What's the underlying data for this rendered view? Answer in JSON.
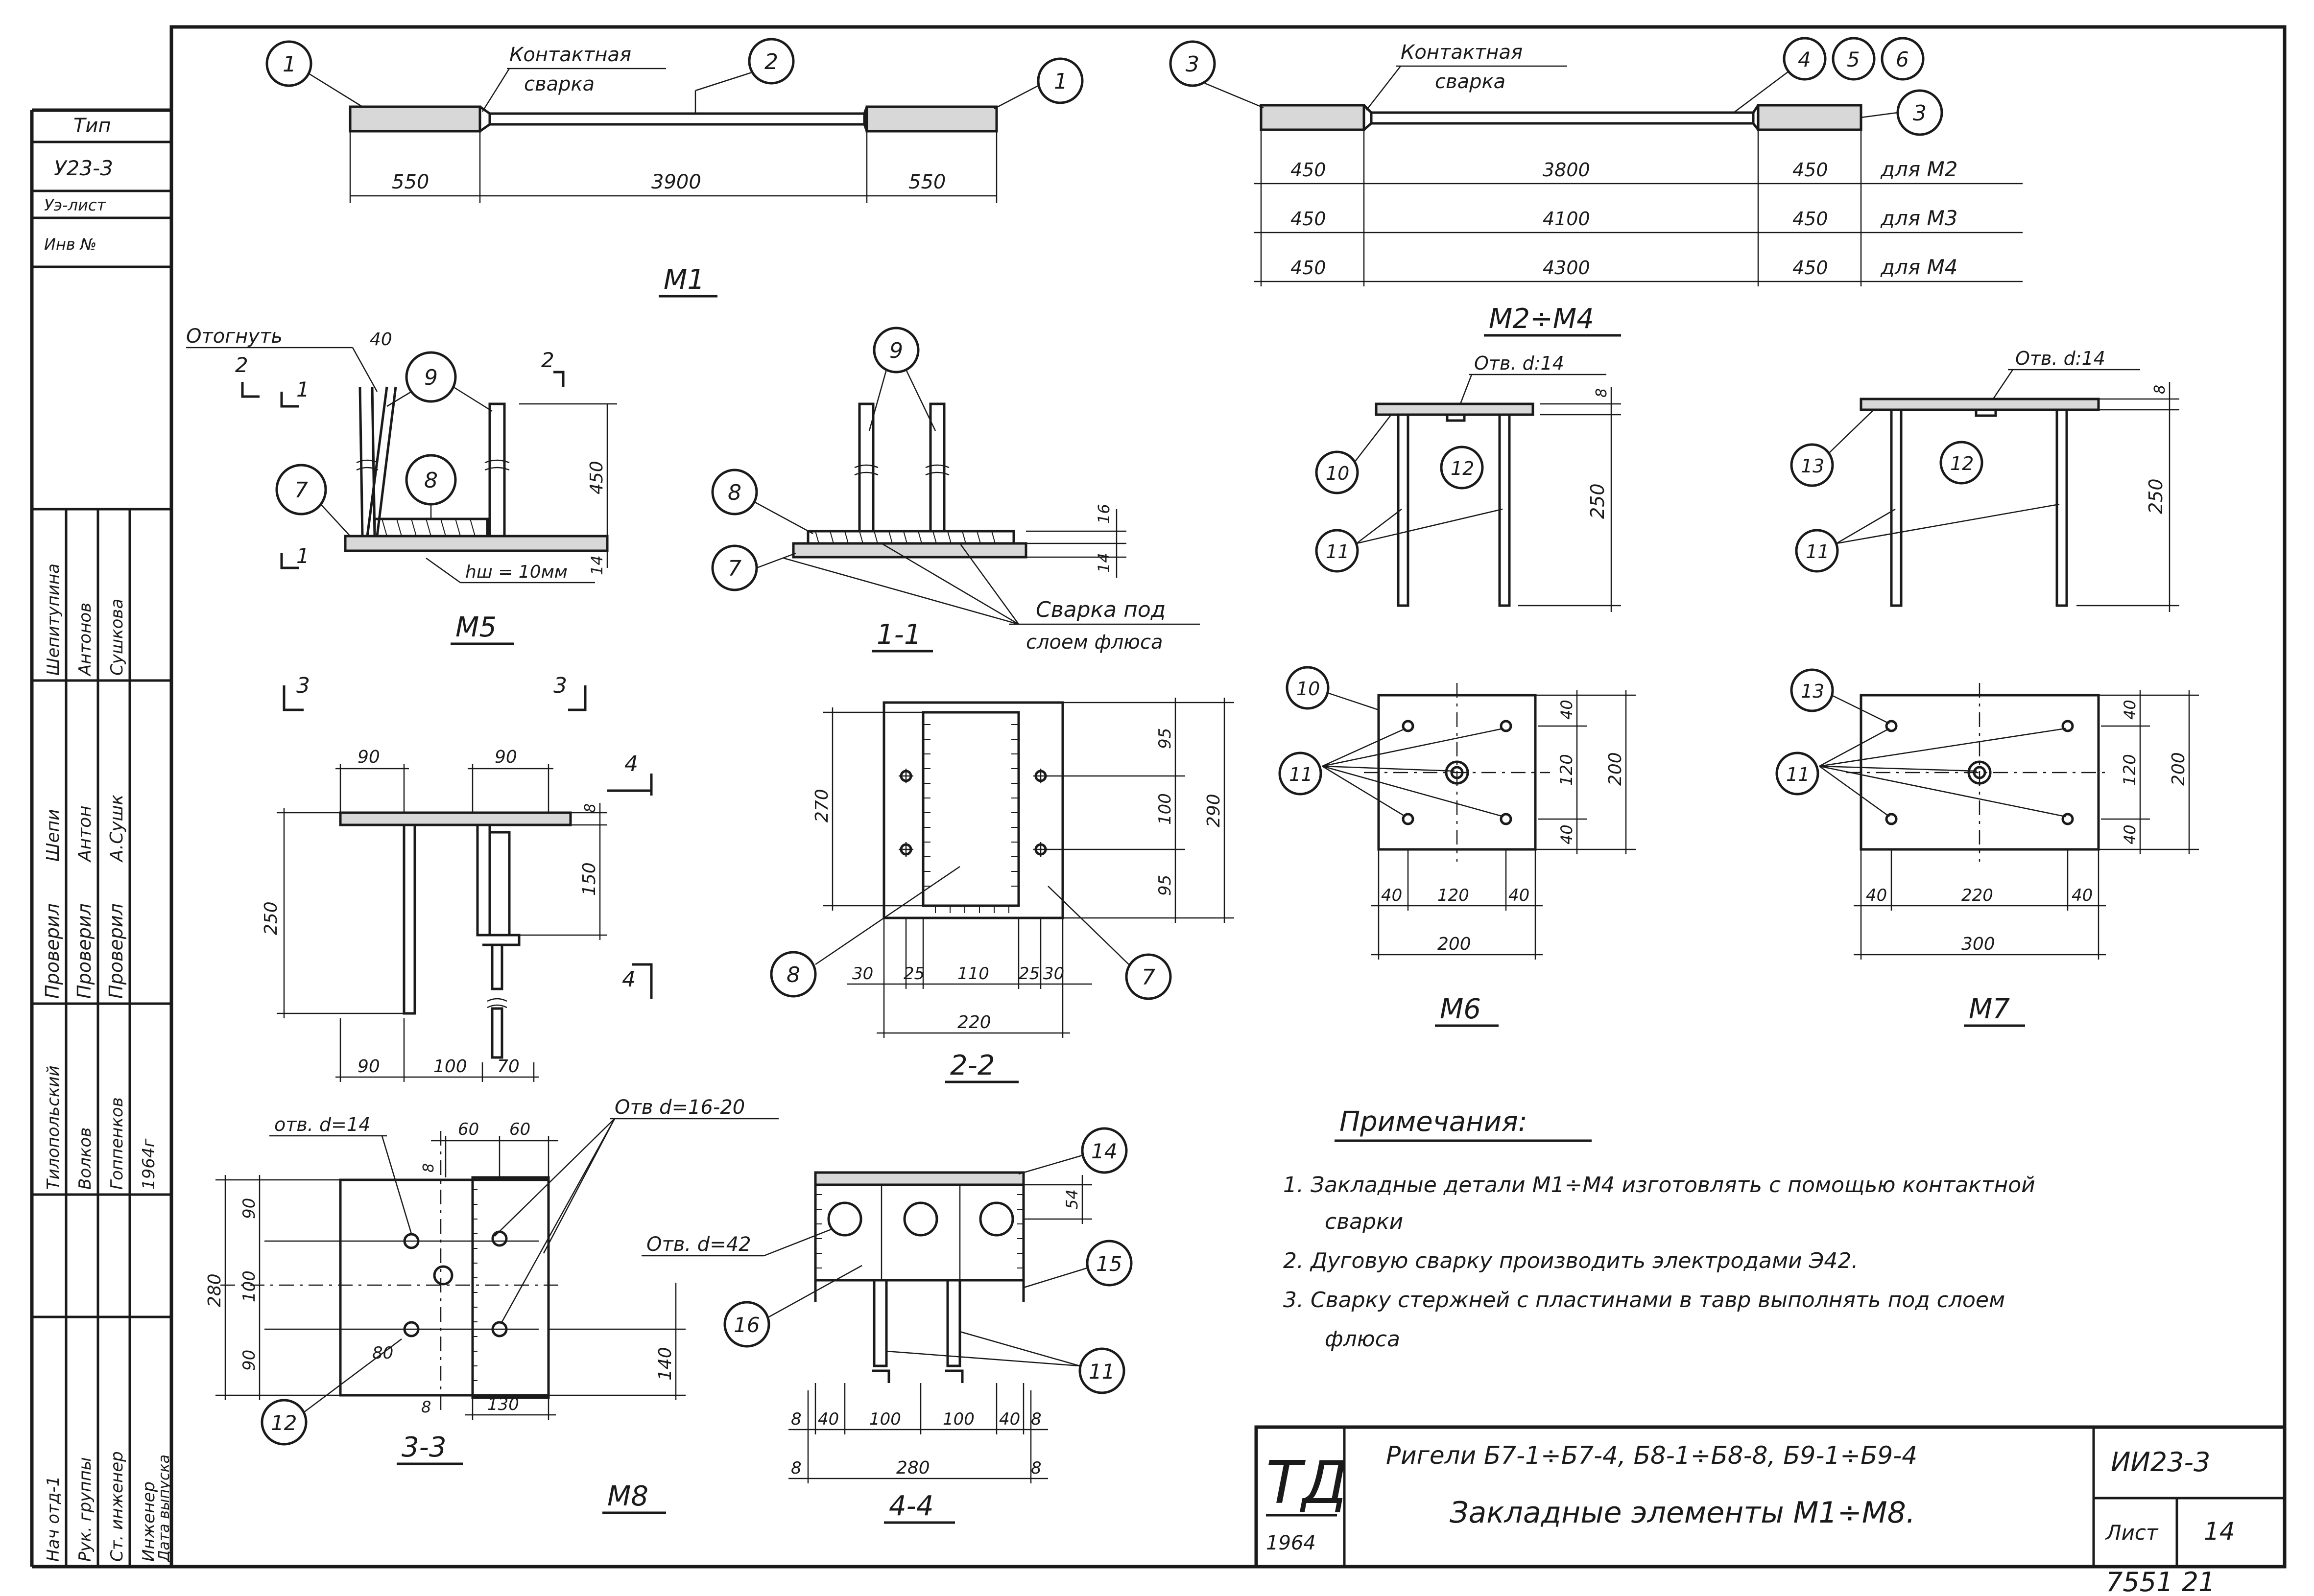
{
  "left_strip": {
    "tip_label": "Тип",
    "code": "У23-3",
    "series_label": "Уэ-лист",
    "inv_label": "Инв №",
    "roles": [
      "Нач отд-1",
      "Рук. группы",
      "Ст. инженер",
      "Инженер",
      "Дата выпуска"
    ],
    "names": [
      "Тилопольский",
      "Волков",
      "Гоппенков",
      "1964г"
    ],
    "checkers": [
      "Шепитупина",
      "Антонов",
      "Сушкова"
    ],
    "verified": [
      "Проверил",
      "Проверил",
      "Проверил"
    ],
    "signatures": [
      "Шепи",
      "Антон",
      "А.Сушк"
    ]
  },
  "m1": {
    "bubbles": [
      "1",
      "2",
      "1"
    ],
    "note": "Контактная",
    "note2": "сварка",
    "dims": [
      "550",
      "3900",
      "550"
    ],
    "title": "М1"
  },
  "m2m4": {
    "bubbles": [
      "3",
      "4",
      "5",
      "6",
      "3"
    ],
    "note": "Контактная",
    "note2": "сварка",
    "rows": [
      {
        "a": "450",
        "b": "3800",
        "c": "450",
        "label": "для М2"
      },
      {
        "a": "450",
        "b": "4100",
        "c": "450",
        "label": "для М3"
      },
      {
        "a": "450",
        "b": "4300",
        "c": "450",
        "label": "для М4"
      }
    ],
    "title": "М2÷М4"
  },
  "m5": {
    "bend_label": "Отогнуть",
    "dims": [
      "40",
      "450",
      "14"
    ],
    "weld_label": "hш = 10мм",
    "bubbles": [
      "9",
      "7",
      "8"
    ],
    "cut_marks": [
      "2",
      "1",
      "2",
      "1"
    ],
    "title": "М5"
  },
  "sec11": {
    "bubbles": [
      "9",
      "8",
      "7"
    ],
    "dims": [
      "16",
      "14"
    ],
    "weld_label": "Сварка под",
    "weld_label2": "слоем флюса",
    "title": "1-1"
  },
  "m6": {
    "hole_label": "Отв. d:14",
    "bubbles": [
      "10",
      "12",
      "11",
      "10",
      "11"
    ],
    "dims_side": [
      "8",
      "250"
    ],
    "dims_plan": [
      "40",
      "120",
      "40",
      "200",
      "40",
      "120",
      "40",
      "200"
    ],
    "title": "М6"
  },
  "m7": {
    "hole_label": "Отв. d:14",
    "bubbles": [
      "13",
      "12",
      "11",
      "13",
      "11"
    ],
    "dims_side": [
      "8",
      "250"
    ],
    "dims_plan": [
      "40",
      "120",
      "40",
      "200",
      "40",
      "220",
      "40",
      "300"
    ],
    "title": "М7"
  },
  "m8_elev": {
    "cut_marks": [
      "3",
      "3",
      "4",
      "4"
    ],
    "dims": [
      "90",
      "90",
      "8",
      "150",
      "250",
      "90",
      "100",
      "70"
    ]
  },
  "sec22": {
    "dims": [
      "270",
      "95",
      "100",
      "95",
      "290",
      "30",
      "25",
      "110",
      "25",
      "30",
      "220"
    ],
    "bubbles": [
      "8",
      "7"
    ],
    "title": "2-2"
  },
  "sec33": {
    "hole_label": "отв. d=14",
    "hole_label2": "Отв d=16-20",
    "dims": [
      "60",
      "60",
      "8",
      "90",
      "100",
      "90",
      "280",
      "140",
      "80",
      "8",
      "130"
    ],
    "bubbles": [
      "12"
    ],
    "title": "3-3"
  },
  "sec44": {
    "hole_label": "Отв. d=42",
    "bubbles": [
      "14",
      "15",
      "16",
      "11"
    ],
    "dims": [
      "54",
      "8",
      "40",
      "100",
      "100",
      "40",
      "8",
      "8",
      "280",
      "8"
    ],
    "title": "4-4"
  },
  "m8_title": "М8",
  "notes": {
    "heading": "Примечания:",
    "items": [
      "1. Закладные детали М1÷М4 изготовлять с помощью контактной",
      "сварки",
      "2. Дуговую сварку производить электродами Э42.",
      "3. Сварку стержней с пластинами в тавр выполнять под слоем",
      "флюса"
    ]
  },
  "title_block": {
    "logo": "ТД",
    "year": "1964",
    "line1": "Ригели Б7-1÷Б7-4, Б8-1÷Б8-8, Б9-1÷Б9-4",
    "line2": "Закладные элементы М1÷М8.",
    "code": "ИИ23-3",
    "sheet_label": "Лист",
    "sheet_no": "14"
  },
  "footer_number": "7551 21"
}
